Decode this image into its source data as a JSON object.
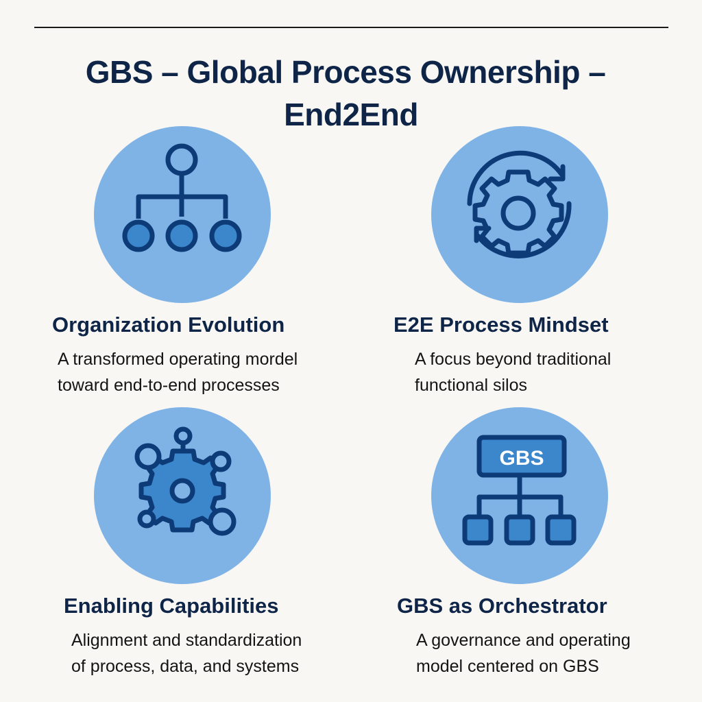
{
  "title": {
    "line1": "GBS – Global Process Ownership –",
    "line2": "End2End"
  },
  "colors": {
    "background": "#f8f7f4",
    "circle_fill": "#7fb3e6",
    "icon_stroke": "#0d3b78",
    "icon_fill": "#3c86cc",
    "heading": "#0f2548",
    "body_text": "#141414"
  },
  "cards": [
    {
      "icon": "org-chart-icon",
      "heading": "Organization Evolution",
      "desc_line1": "A transformed operating mordel",
      "desc_line2": "toward end-to-end processes"
    },
    {
      "icon": "gear-cycle-icon",
      "heading": "E2E Process Mindset",
      "desc_line1": "A focus beyond traditional",
      "desc_line2": "functional silos"
    },
    {
      "icon": "gear-network-icon",
      "heading": "Enabling Capabilities",
      "desc_line1": "Alignment and standardization",
      "desc_line2": "of process, data, and systems"
    },
    {
      "icon": "gbs-hierarchy-icon",
      "heading": "GBS as Orchestrator",
      "desc_line1": "A governance and operating",
      "desc_line2": "model centered on GBS",
      "icon_label": "GBS"
    }
  ]
}
